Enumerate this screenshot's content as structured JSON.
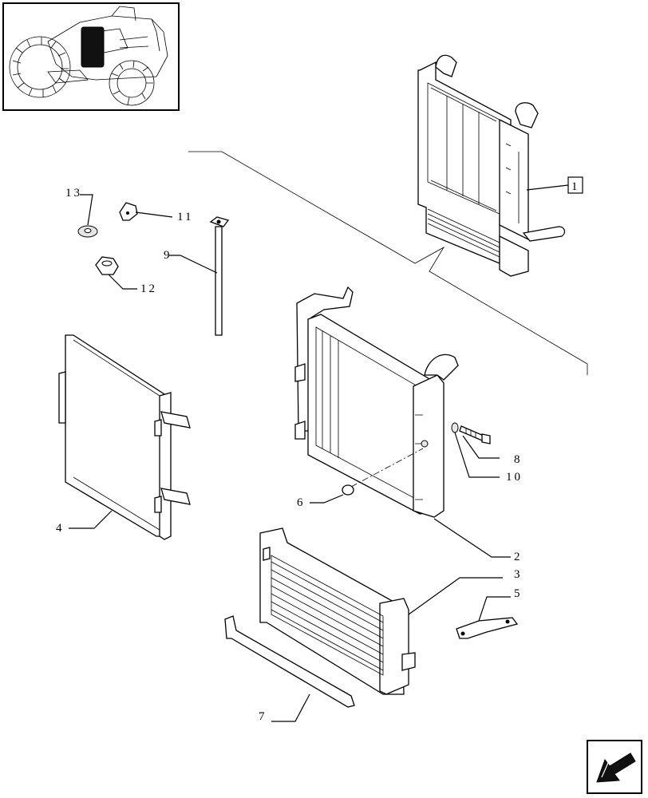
{
  "callouts": {
    "ref_box": "1",
    "p2": "2",
    "p3": "3",
    "p4": "4",
    "p5": "5",
    "p6": "6",
    "p7": "7",
    "p8": "8",
    "p9": "9",
    "p10": "10",
    "p11": "11",
    "p12": "12",
    "p13": "13"
  },
  "icons": {
    "thumbnail": "tractor-location-thumbnail",
    "nav": "next-page-arrow-icon"
  }
}
